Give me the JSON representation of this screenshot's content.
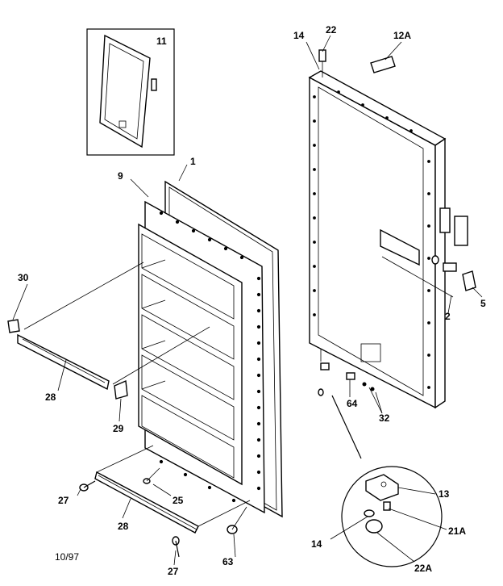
{
  "diagram": {
    "type": "exploded-parts-view",
    "labels": {
      "p1": "1",
      "p2": "2",
      "p5": "5",
      "p9": "9",
      "p11": "11",
      "p12a": "12A",
      "p13": "13",
      "p14_top": "14",
      "p14_detail": "14",
      "p21a": "21A",
      "p22_top": "22",
      "p22a": "22A",
      "p25": "25",
      "p27_a": "27",
      "p27_b": "27",
      "p28_a": "28",
      "p28_b": "28",
      "p29": "29",
      "p30": "30",
      "p32": "32",
      "p63": "63",
      "p64": "64"
    },
    "date_code": "10/97"
  }
}
